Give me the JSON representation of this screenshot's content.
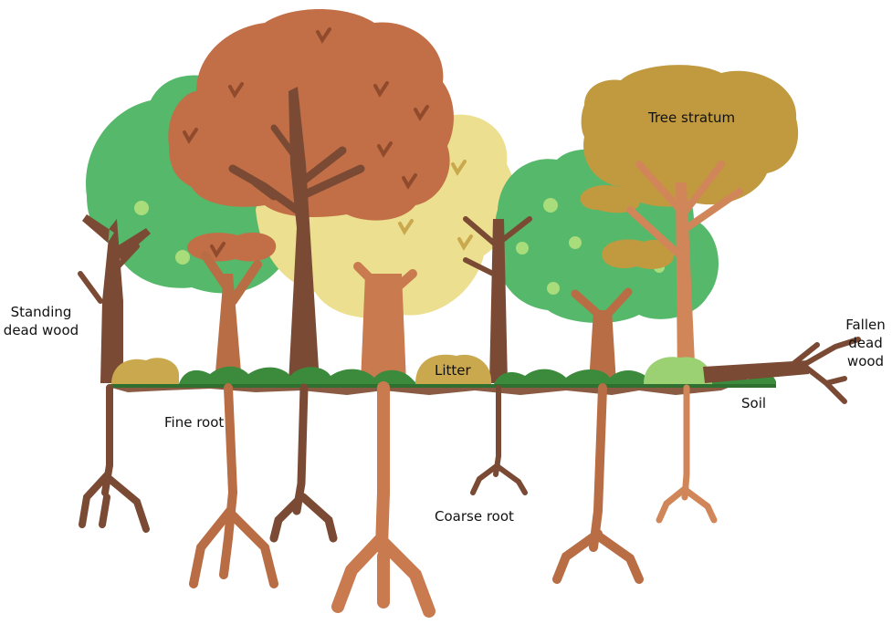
{
  "labels": {
    "standing_dead_wood": "Standing\ndead wood",
    "fine_root": "Fine root",
    "tree_stratum": "Tree stratum",
    "litter": "Litter",
    "coarse_root": "Coarse root",
    "soil": "Soil",
    "fallen_dead_wood": "Fallen\ndead\nwood"
  },
  "colors": {
    "trunk_dark": "#7a4a34",
    "trunk_orange": "#c97a4e",
    "crown_orange": "#c26f47",
    "crown_green": "#56b86a",
    "crown_yellow": "#ecdf8f",
    "crown_olive": "#c19a3f",
    "ground_green": "#3c8b3c",
    "soil_brown": "#8a5b42",
    "litter_yellow": "#c9a84e",
    "shrub_light": "#9bd073"
  }
}
